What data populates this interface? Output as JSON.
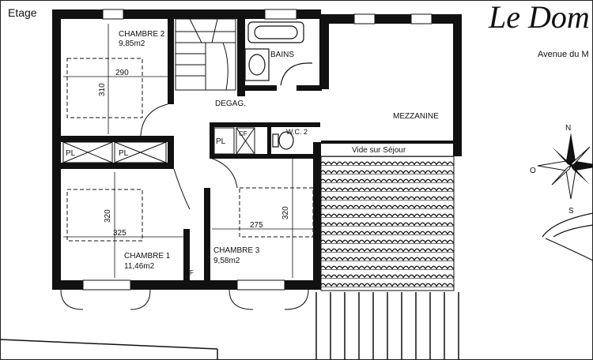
{
  "level_label": "Etage",
  "header": {
    "title": "Le Dom",
    "subtitle": "Avenue du M"
  },
  "rooms": [
    {
      "name": "CHAMBRE 2",
      "area": "9,85m2"
    },
    {
      "name": "BAINS"
    },
    {
      "name": "DEGAG."
    },
    {
      "name": "MEZZANINE"
    },
    {
      "name": "W.C. 2"
    },
    {
      "name": "Vide sur Séjour"
    },
    {
      "name": "CHAMBRE 1",
      "area": "11,46m2"
    },
    {
      "name": "CHAMBRE 3",
      "area": "9,58m2"
    }
  ],
  "closets": [
    "PL",
    "PL",
    "PL",
    "CF"
  ],
  "dimensions": {
    "ch2_width": "290",
    "ch2_depth": "310",
    "ch1_width": "325",
    "ch1_depth": "320",
    "ch3_width": "275",
    "ch3_depth": "320"
  },
  "compass": {
    "north": "N",
    "west": "O",
    "south": "S"
  },
  "misc": {
    "door_mark": "F"
  }
}
